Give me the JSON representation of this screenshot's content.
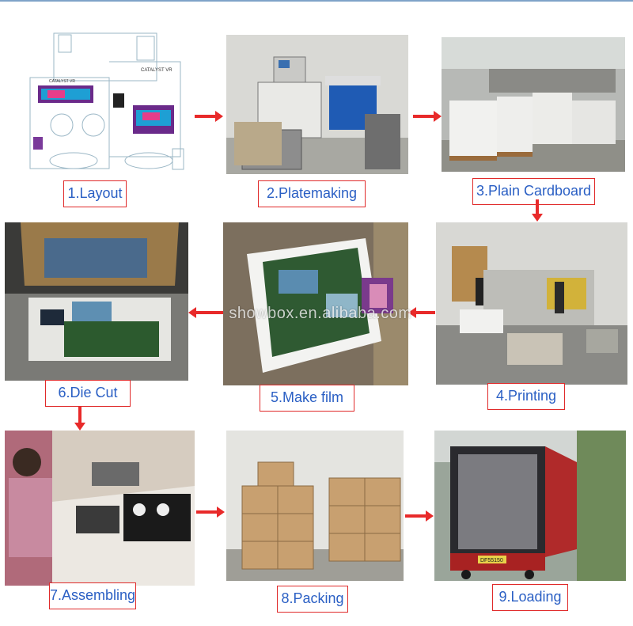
{
  "steps": [
    {
      "label": "1.Layout"
    },
    {
      "label": "2.Platemaking"
    },
    {
      "label": "3.Plain Cardboard"
    },
    {
      "label": "4.Printing"
    },
    {
      "label": "5.Make film"
    },
    {
      "label": "6.Die Cut"
    },
    {
      "label": "7.Assembling"
    },
    {
      "label": "8.Packing"
    },
    {
      "label": "9.Loading"
    }
  ],
  "layout_sheet": {
    "brand_left": "CATALYST VR",
    "brand_right": "CATALYST VR"
  },
  "container_number": "DF55150",
  "watermark": "showbox.en.alibaba.com",
  "colors": {
    "label_border": "#e02a2a",
    "label_text": "#2a5fc4",
    "arrow": "#e82a2a",
    "top_line": "#7fa3c8"
  },
  "icons": {
    "arrow": "arrow-icon"
  }
}
